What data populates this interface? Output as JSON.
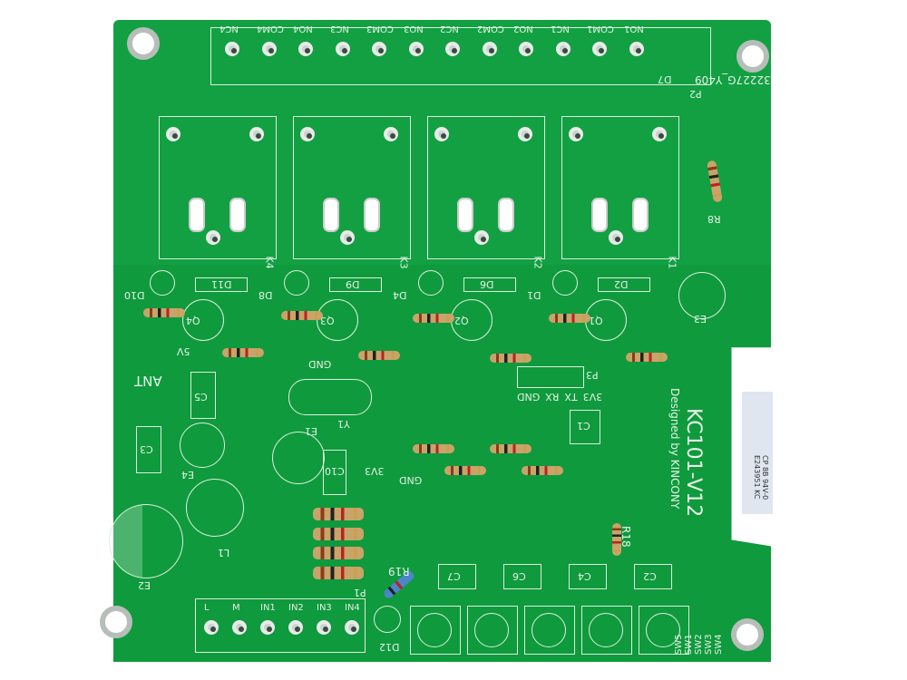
{
  "board": {
    "model": "KC101-V12",
    "designer": "Designed by KINCONY",
    "code": "32227G_Y409",
    "colors": {
      "board": "#12a043",
      "silk": "#e6f2e6",
      "background": "#ffffff"
    }
  },
  "p2": {
    "label": "P2",
    "pins": [
      "NC4",
      "COM4",
      "NO4",
      "NC3",
      "COM3",
      "NO3",
      "NC2",
      "COM2",
      "NO2",
      "NC1",
      "COM1",
      "NO1"
    ]
  },
  "relays": [
    "K4",
    "K3",
    "K2",
    "K1"
  ],
  "diodes_upper": [
    "D11",
    "D9",
    "D6",
    "D2"
  ],
  "leds": [
    "D10",
    "D8",
    "D4",
    "D1"
  ],
  "transistors": [
    "Q4",
    "Q3",
    "Q2",
    "Q1"
  ],
  "misc": {
    "d7": "D7",
    "r8": "R8",
    "e3": "E3",
    "v5": "5V",
    "gnd1": "GND",
    "ant": "ANT",
    "c5": "C5",
    "c3": "C3",
    "e4": "E4",
    "e1": "E1",
    "y1": "Y1",
    "c10": "C10",
    "v33": "3V3",
    "gnd2": "GND",
    "c1": "C1",
    "r18": "R18",
    "r19": "R19",
    "l1": "L1",
    "e2": "E2",
    "d12": "D12",
    "p1": "P1"
  },
  "p3": {
    "label": "P3",
    "pins": [
      "3V3",
      "TX",
      "RX",
      "GND"
    ]
  },
  "caps_bottom": [
    "C7",
    "C6",
    "C4",
    "C2"
  ],
  "switches": [
    "SW5",
    "SW1",
    "SW2",
    "SW3",
    "SW4"
  ],
  "p1_pins": [
    "L",
    "M",
    "IN1",
    "IN2",
    "IN3",
    "IN4"
  ],
  "sticker": [
    "CP 8B 94V-0",
    "E243951 KC"
  ]
}
